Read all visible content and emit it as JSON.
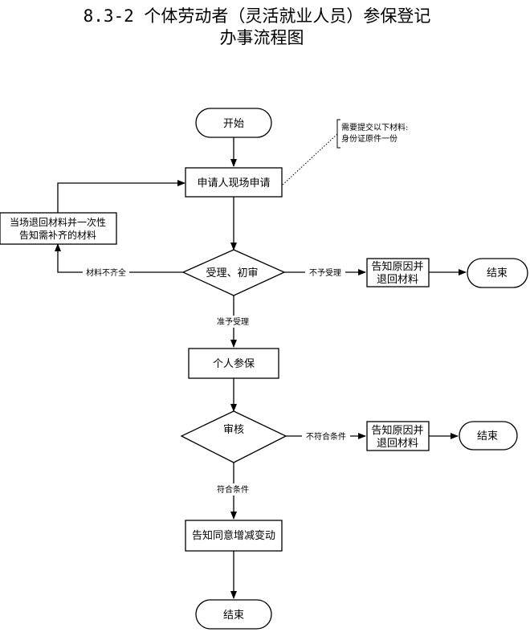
{
  "title": {
    "line1": "8.3-2 个体劳动者（灵活就业人员）参保登记",
    "line2": "办事流程图"
  },
  "nodes": {
    "start": "开始",
    "apply": "申请人现场申请",
    "note_line1": "需要提交以下材料:",
    "note_line2": "身份证原件一份",
    "return_line1": "当场退回材料并一次性",
    "return_line2": "告知需补齐的材料",
    "accept": "受理、初审",
    "reject1_line1": "告知原因并",
    "reject1_line2": "退回材料",
    "end1": "结束",
    "enroll": "个人参保",
    "review": "审核",
    "reject2_line1": "告知原因并",
    "reject2_line2": "退回材料",
    "end2": "结束",
    "notify": "告知同意增减变动",
    "end3": "结束"
  },
  "edges": {
    "incomplete": "材料不齐全",
    "not_accepted": "不予受理",
    "accepted": "准予受理",
    "not_qualified": "不符合条件",
    "qualified": "符合条件"
  }
}
